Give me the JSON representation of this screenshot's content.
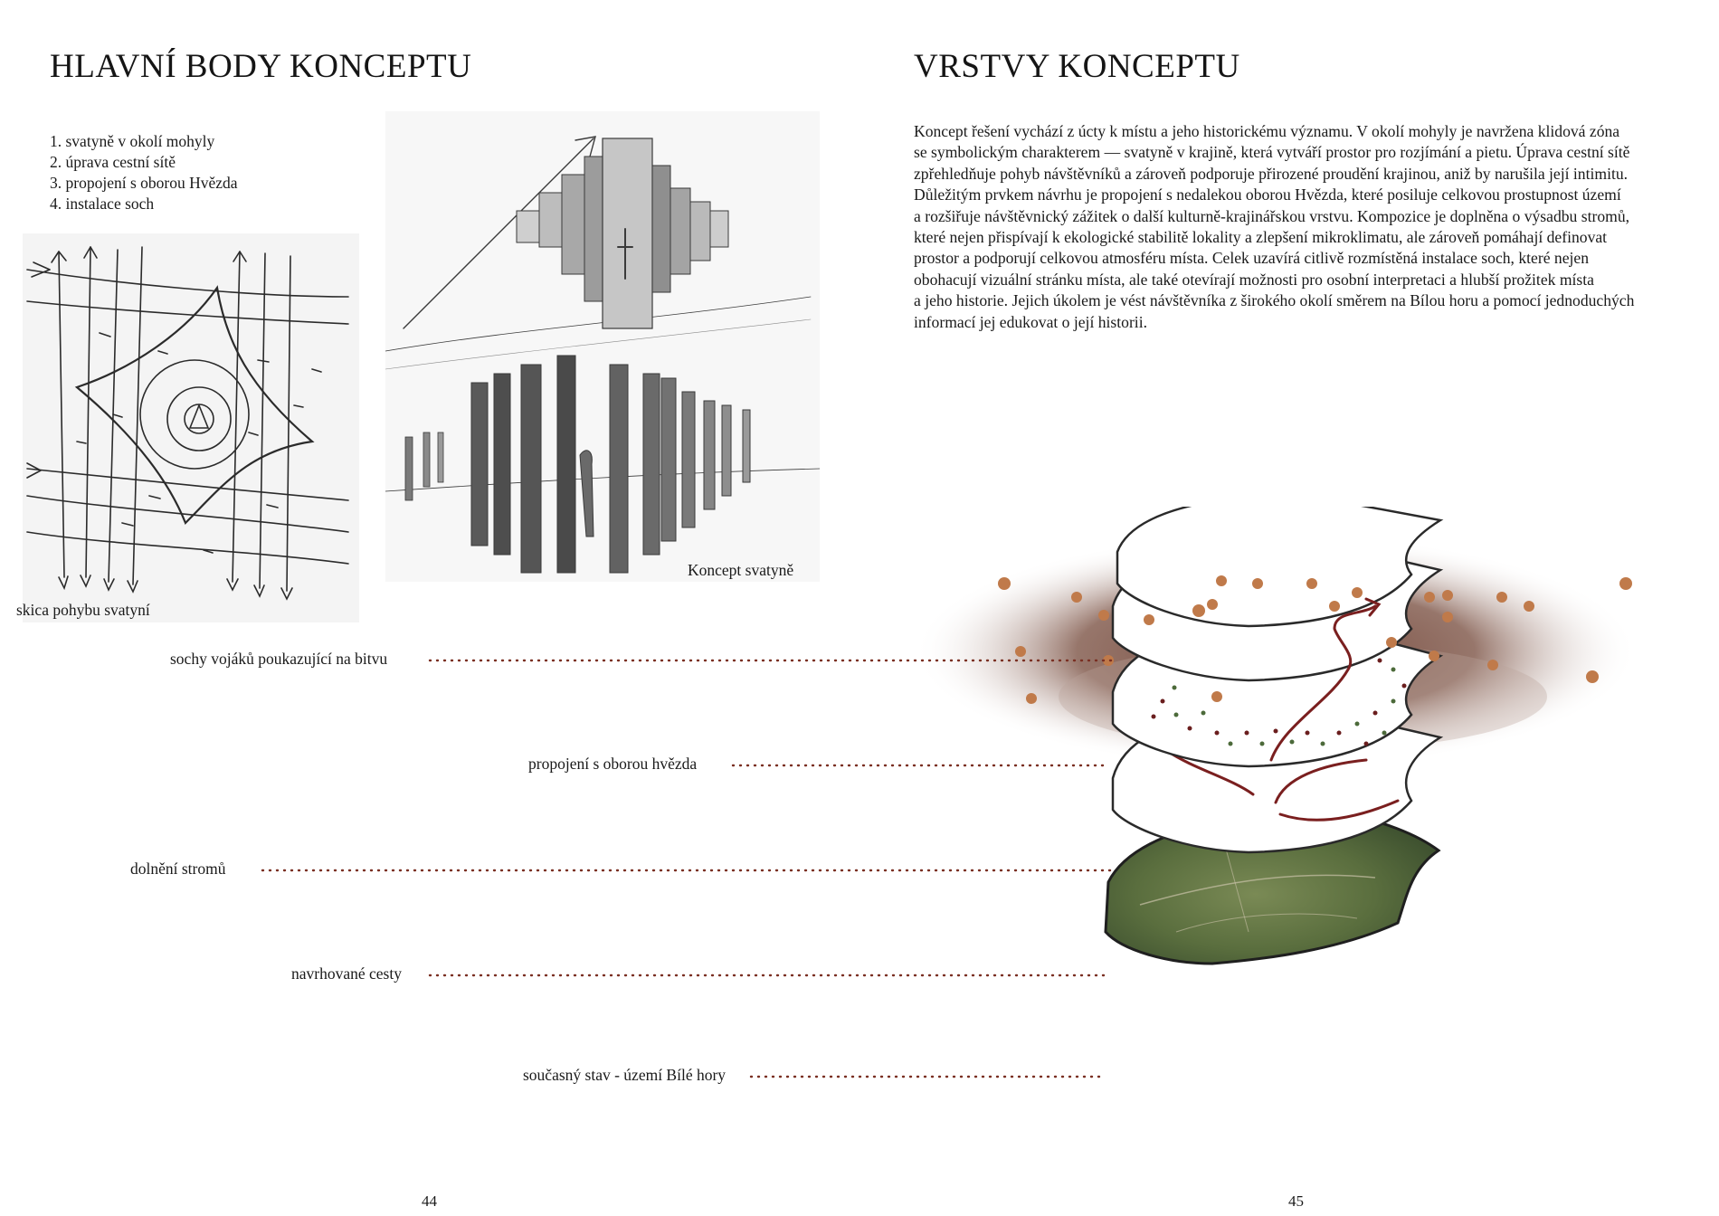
{
  "left_page": {
    "title": "HLAVNÍ BODY KONCEPTU",
    "points": [
      "1. svatyně v okolí mohyly",
      "2. úprava cestní sítě",
      "3. propojení s oborou Hvězda",
      "4. instalace soch"
    ],
    "captions": {
      "sketch_movement": "skica pohybu svatyní",
      "sketch_concept": "Koncept svatyně"
    },
    "page_number": "44"
  },
  "right_page": {
    "title": "VRSTVY KONCEPTU",
    "body_lines": [
      "Koncept řešení vychází z úcty k místu a jeho historickému významu. V okolí mohyly je navržena klidová zóna",
      "se symbolickým charakterem — svatyně v krajině, která vytváří prostor pro rozjímání a pietu. Úprava cestní sítě",
      "zpřehledňuje pohyb návštěvníků a zároveň podporuje přirozené proudění krajinou, aniž by narušila její intimitu.",
      "Důležitým prvkem návrhu je propojení s nedalekou oborou Hvězda, které posiluje celkovou prostupnost území",
      "a rozšiřuje návštěvnický zážitek o další kulturně-krajinářskou vrstvu. Kompozice je doplněna o výsadbu stromů,",
      "které nejen přispívají k ekologické stabilitě lokality a zlepšení mikroklimatu, ale zároveň pomáhají definovat",
      "prostor a podporují celkovou atmosféru místa. Celek uzavírá citlivě rozmístěná instalace soch, které nejen",
      "obohacují vizuální stránku místa, ale také otevírají možnosti pro osobní interpretaci a hlubší prožitek místa",
      "a jeho historie. Jejich úkolem je vést návštěvníka z širokého okolí směrem na Bílou horu a pomocí jednoduchých",
      "informací jej edukovat o její historii."
    ],
    "page_number": "45"
  },
  "layers": [
    "sochy vojáků poukazující na bitvu",
    "propojení s oborou hvězda",
    "dolnění stromů",
    "navrhované cesty",
    "současný stav - území Bílé hory"
  ],
  "colors": {
    "leader_dots": "#7a2f22",
    "statue_dots": "#c07a4a",
    "path_red": "#7a1f1f",
    "aerial_green": "#5a6e3e",
    "aerial_brown": "#6b3b2e"
  }
}
